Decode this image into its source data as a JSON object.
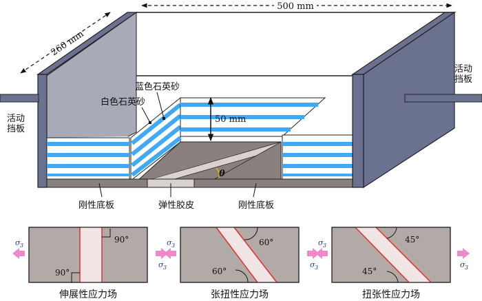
{
  "box": {
    "length_label": "500 mm",
    "width_label": "260 mm",
    "height_label": "50 mm",
    "theta_label": "θ"
  },
  "labels": {
    "blue_sand": "蓝色石英砂",
    "white_sand": "白色石英砂",
    "left_wall": "活动\n挡板",
    "right_wall": "活动\n挡板",
    "rigid_base_left": "刚性底板",
    "rubber_sheet": "弹性胶皮",
    "rigid_base_right": "刚性底板"
  },
  "panels": [
    {
      "caption": "伸展性应力场",
      "angle_top": "90°",
      "angle_bottom": "90°"
    },
    {
      "caption": "张扭性应力场",
      "angle_top": "60°",
      "angle_bottom": "60°"
    },
    {
      "caption": "扭张性应力场",
      "angle_top": "45°",
      "angle_bottom": "45°"
    }
  ],
  "stress": {
    "symbol": "σ",
    "subscript": "3"
  },
  "colors": {
    "blue_layer": "#3fa9f5",
    "plate": "#6b7290",
    "base": "#8a8080",
    "rubber": "#d9d3d0",
    "panel_fill": "#b2aaa6",
    "strip_fill": "#f1e4e4",
    "strip_edge": "#e0302a",
    "arrow": "#ee88c8"
  }
}
